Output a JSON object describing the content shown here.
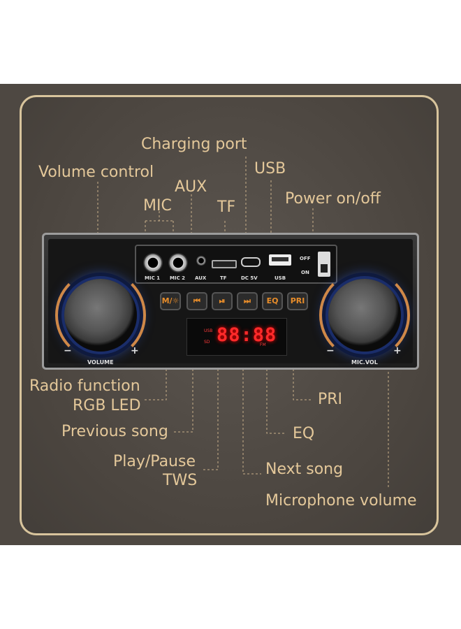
{
  "labels": {
    "charging_port": "Charging port",
    "volume_control": "Volume control",
    "usb": "USB",
    "aux": "AUX",
    "mic": "MIC",
    "tf": "TF",
    "power": "Power on/off",
    "radio": "Radio function",
    "rgb": "RGB LED",
    "previous": "Previous song",
    "play_pause": "Play/Pause",
    "tws": "TWS",
    "pri": "PRI",
    "eq": "EQ",
    "next": "Next song",
    "mic_volume": "Microphone volume"
  },
  "panel": {
    "mic1": "MIC 1",
    "mic2": "MIC 2",
    "aux": "AUX",
    "tf": "TF",
    "dc": "DC 5V",
    "usb": "USB",
    "off": "OFF",
    "on": "ON",
    "volume": "VOLUME",
    "micvol": "MIC.VOL",
    "minus": "−",
    "plus": "+",
    "display_digits": "88:88",
    "display_usb": "USB",
    "display_sd": "SD",
    "display_fm": "FM"
  },
  "buttons": {
    "mode": "M/☼",
    "prev": "⏮",
    "play": "⏯",
    "next": "⏭",
    "eq": "EQ",
    "pri": "PRI"
  },
  "colors": {
    "label": "#e4c89a",
    "accent_orange": "#e88d2a",
    "glow_blue": "#3c6eff",
    "led_red": "#ff2a2a"
  }
}
